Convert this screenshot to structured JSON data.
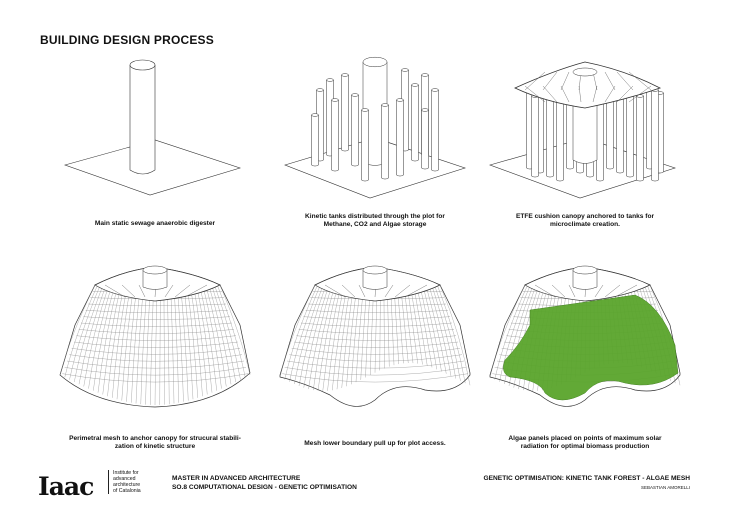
{
  "title": "BUILDING DESIGN PROCESS",
  "panels": [
    {
      "caption_1": "Main static sewage anaerobic digester",
      "caption_2": ""
    },
    {
      "caption_1": "Kinetic tanks distributed through the plot for",
      "caption_2": "Methane, CO2 and Algae storage"
    },
    {
      "caption_1": "ETFE cushion canopy anchored to tanks for",
      "caption_2": "microclimate creation."
    },
    {
      "caption_1": "Perimetral mesh to anchor canopy for strucural stabili-",
      "caption_2": "zation of kinetic structure"
    },
    {
      "caption_1": "Mesh lower boundary pull up for plot access.",
      "caption_2": ""
    },
    {
      "caption_1": "Algae panels placed on points of maximum solar",
      "caption_2": "radiation for optimal biomass production"
    }
  ],
  "footer": {
    "logo": "Iaac",
    "institute": [
      "Institute for",
      "advanced",
      "architecture",
      "of Catalonia"
    ],
    "program_1": "MASTER IN ADVANCED ARCHITECTURE",
    "program_2": "SO.8 COMPUTATIONAL DESIGN - GENETIC OPTIMISATION",
    "project": "GENETIC OPTIMISATION: KINETIC TANK FOREST  - ALGAE MESH",
    "author": "SEBASTIAN AMORELLI"
  },
  "colors": {
    "algae": "#5aa52c",
    "line": "#333333"
  }
}
